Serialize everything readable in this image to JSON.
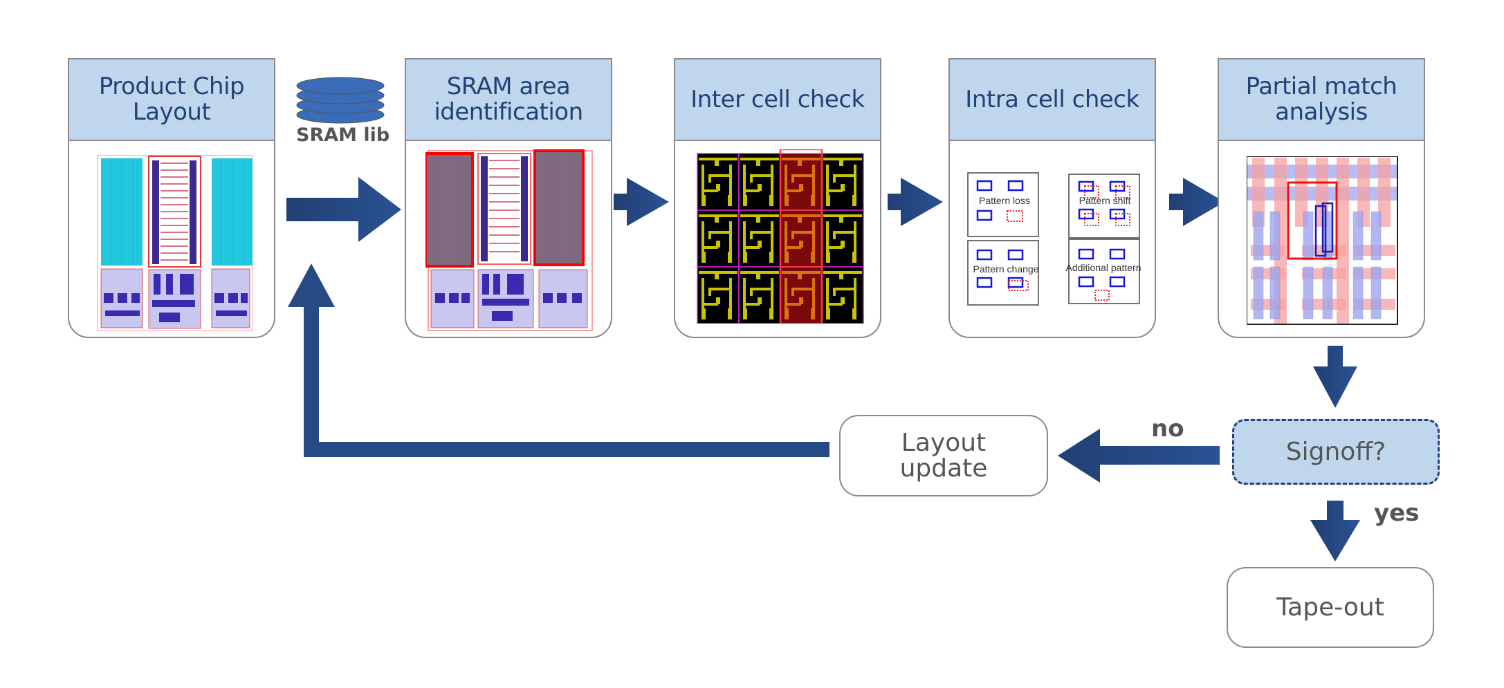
{
  "steps": [
    {
      "title": "Product Chip Layout",
      "image": "product-chip-layout"
    },
    {
      "title": "SRAM area identification",
      "image": "sram-area-highlighted-layout"
    },
    {
      "title": "Inter cell check",
      "image": "inter-cell-array"
    },
    {
      "title": "Intra cell check",
      "image": "intra-cell-patterns"
    },
    {
      "title": "Partial match analysis",
      "image": "partial-match-layout"
    }
  ],
  "sram_lib": {
    "label": "SRAM lib",
    "icon": "database-icon"
  },
  "intra_cell_patterns": [
    "Pattern loss",
    "Pattern shift",
    "Pattern change",
    "Additional pattern"
  ],
  "decision": {
    "label": "Signoff?"
  },
  "branches": {
    "no": "no",
    "yes": "yes"
  },
  "outcomes": {
    "layout_update": "Layout update",
    "tape_out": "Tape-out"
  },
  "colors": {
    "arrow": "#254a84",
    "header_fill": "#c0d6ec",
    "header_text": "#1f4378",
    "border": "#8a8a8a",
    "body_text": "#555555",
    "db_fill": "#3a6cb8"
  }
}
